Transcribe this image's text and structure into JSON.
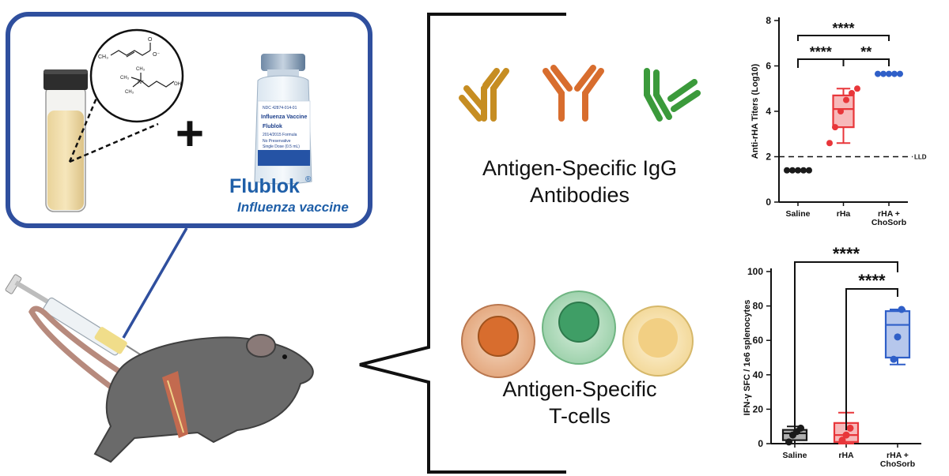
{
  "left_panel": {
    "brand_name": "Flublok",
    "brand_mark": "®",
    "brand_tagline": "Influenza vaccine",
    "vial_label": {
      "ndc": "NDC 42874-014-01",
      "line1": "Influenza Vaccine",
      "line2": "Flublok",
      "line3": "2014/2015 Formula",
      "line4": "No Preservative",
      "line5": "Single Dose (0.5 mL)"
    },
    "plus_symbol": "+",
    "molecule_labels": {
      "ch3_top": "CH₃",
      "carboxylate": "O⁻",
      "carbonyl": "O",
      "nitrogen": "N⁺",
      "ch3_a": "CH₃",
      "ch3_b": "CH₃",
      "ch3_c": "CH₃",
      "hydroxyl": "OH"
    }
  },
  "middle_panel": {
    "antibody_label_line1": "Antigen-Specific IgG",
    "antibody_label_line2": "Antibodies",
    "tcell_label_line1": "Antigen-Specific",
    "tcell_label_line2": "T-cells"
  },
  "chart_data": [
    {
      "type": "scatter",
      "ylabel": "Anti-rHA Titers (Log10)",
      "categories": [
        "Saline",
        "rHa",
        "rHA + ChoSorb"
      ],
      "category_lines": [
        [
          "Saline"
        ],
        [
          "rHa"
        ],
        [
          "rHA +",
          "ChoSorb"
        ]
      ],
      "yticks": [
        0,
        2,
        4,
        6,
        8
      ],
      "ylim": [
        0,
        8
      ],
      "reference_line": {
        "value": 2,
        "label": "LLD"
      },
      "series": [
        {
          "category": "Saline",
          "color": "#1a1a1a",
          "points": [
            1.4,
            1.4,
            1.4,
            1.4,
            1.4
          ]
        },
        {
          "category": "rHa",
          "color": "#e8363a",
          "box": {
            "min": 2.6,
            "q1": 3.3,
            "median": 4.1,
            "q3": 4.7,
            "max": 5.0
          },
          "points": [
            2.6,
            3.3,
            4.0,
            4.5,
            4.8,
            5.0
          ]
        },
        {
          "category": "rHA + ChoSorb",
          "color": "#2f5fc8",
          "points": [
            5.65,
            5.65,
            5.65,
            5.65,
            5.65
          ]
        }
      ],
      "significance": [
        {
          "from": "Saline",
          "to": "rHA + ChoSorb",
          "stars": "****"
        },
        {
          "from": "Saline",
          "to": "rHa",
          "stars": "****"
        },
        {
          "from": "rHa",
          "to": "rHA + ChoSorb",
          "stars": "**"
        }
      ]
    },
    {
      "type": "box",
      "ylabel": "IFN-γ SFC / 1e6 splenocytes",
      "categories": [
        "Saline",
        "rHA",
        "rHA + ChoSorb"
      ],
      "category_lines": [
        [
          "Saline"
        ],
        [
          "rHA"
        ],
        [
          "rHA +",
          "ChoSorb"
        ]
      ],
      "yticks": [
        0,
        20,
        40,
        60,
        80,
        100
      ],
      "ylim": [
        0,
        100
      ],
      "series": [
        {
          "category": "Saline",
          "color": "#1a1a1a",
          "box": {
            "min": 0,
            "q1": 2,
            "median": 6,
            "q3": 8,
            "max": 10
          },
          "points": [
            1,
            5,
            7,
            9
          ]
        },
        {
          "category": "rHA",
          "color": "#e8363a",
          "box": {
            "min": 0,
            "q1": 1,
            "median": 5,
            "q3": 12,
            "max": 18
          },
          "points": [
            2,
            5,
            9
          ]
        },
        {
          "category": "rHA + ChoSorb",
          "color": "#2f5fc8",
          "box": {
            "min": 46,
            "q1": 50,
            "median": 69,
            "q3": 77,
            "max": 78
          },
          "points": [
            49,
            62,
            78
          ]
        }
      ],
      "significance": [
        {
          "from": "Saline",
          "to": "rHA + ChoSorb",
          "stars": "****"
        },
        {
          "from": "rHA",
          "to": "rHA + ChoSorb",
          "stars": "****"
        }
      ]
    }
  ]
}
